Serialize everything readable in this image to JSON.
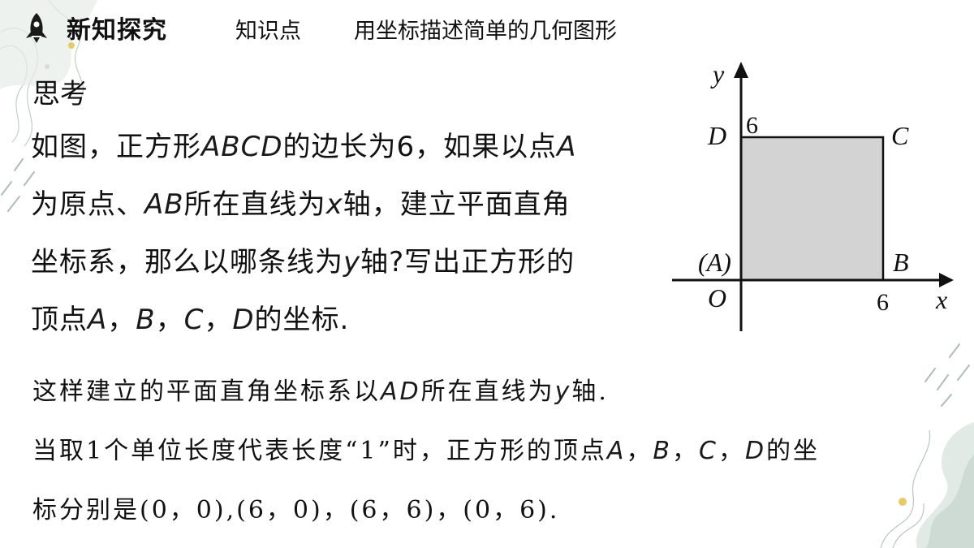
{
  "header": {
    "title": "新知探究",
    "section": "知识点",
    "topic": "用坐标描述简单的几何图形",
    "icon": "rocket-icon"
  },
  "think_label": "思考",
  "problem": {
    "line1_a": "如图，正方形",
    "line1_b": "ABCD",
    "line1_c": "的边长为6，如果以点",
    "line1_d": "A",
    "line2_a": "为原点、",
    "line2_b": "AB",
    "line2_c": "所在直线为",
    "line2_d": "x",
    "line2_e": "轴，建立平面直角",
    "line3_a": "坐标系，那么以哪条线为",
    "line3_b": "y",
    "line3_c": "轴?写出正方形的",
    "line4_a": "顶点",
    "line4_b": "A",
    "line4_c": "，",
    "line4_d": "B",
    "line4_e": "，",
    "line4_f": "C",
    "line4_g": "，",
    "line4_h": "D",
    "line4_i": "的坐标."
  },
  "answer": {
    "line1_a": "这样建立的平面直角坐标系以",
    "line1_b": "AD",
    "line1_c": "所在直线为",
    "line1_d": "y",
    "line1_e": "轴.",
    "line2_a": "当取1个单位长度代表长度“1”时，正方形的顶点",
    "line2_b": "A",
    "line2_c": "，",
    "line2_d": "B",
    "line2_e": "，",
    "line2_f": "C",
    "line2_g": "，",
    "line2_h": "D",
    "line2_i": "的坐",
    "line3": "标分别是(0，0),(6，0)，(6，6)，(0，6)."
  },
  "figure": {
    "y_axis_label": "y",
    "x_axis_label": "x",
    "origin_label": "O",
    "point_a_label": "(A)",
    "point_b_label": "B",
    "point_c_label": "C",
    "point_d_label": "D",
    "y_tick_label": "6",
    "x_tick_label": "6",
    "square_fill": "#d3d3d3"
  }
}
